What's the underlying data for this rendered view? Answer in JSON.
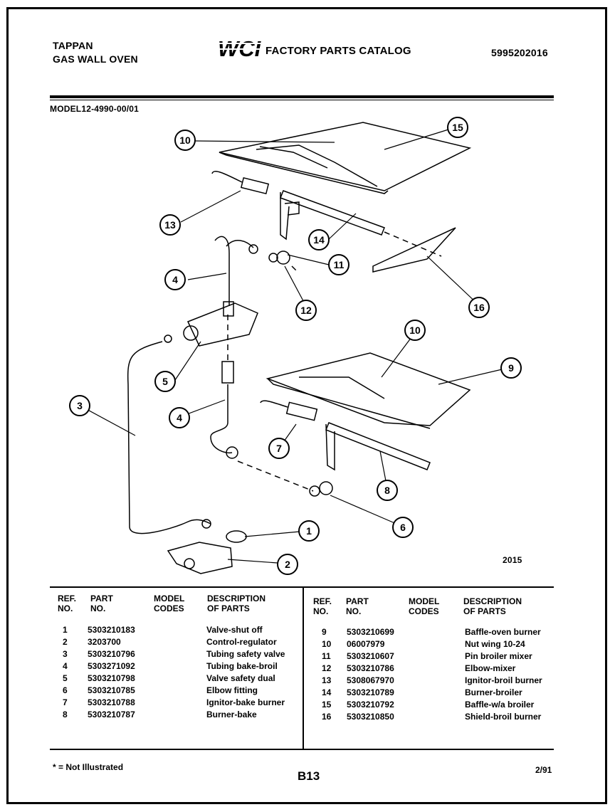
{
  "header": {
    "brand_line1": "TAPPAN",
    "brand_line2": "GAS WALL OVEN",
    "logo_text": "WCI",
    "catalog_title": "FACTORY PARTS CATALOG",
    "catalog_number": "5995202016",
    "model": "MODEL12-4990-00/01"
  },
  "diagram": {
    "figure_number": "2015",
    "callouts": [
      "10",
      "15",
      "13",
      "14",
      "11",
      "4",
      "12",
      "16",
      "5",
      "10",
      "9",
      "3",
      "4",
      "7",
      "8",
      "1",
      "6",
      "2"
    ]
  },
  "table": {
    "headers": {
      "ref_no": [
        "REF.",
        "NO."
      ],
      "part_no": [
        "PART",
        "NO."
      ],
      "model_codes": [
        "MODEL",
        "CODES"
      ],
      "description": [
        "DESCRIPTION",
        "OF PARTS"
      ]
    },
    "left_rows": [
      {
        "ref": "1",
        "part": "5303210183",
        "desc": "Valve-shut off"
      },
      {
        "ref": "2",
        "part": "3203700",
        "desc": "Control-regulator"
      },
      {
        "ref": "3",
        "part": "5303210796",
        "desc": "Tubing safety valve"
      },
      {
        "ref": "4",
        "part": "5303271092",
        "desc": "Tubing bake-broil"
      },
      {
        "ref": "5",
        "part": "5303210798",
        "desc": "Valve safety dual"
      },
      {
        "ref": "6",
        "part": "5303210785",
        "desc": "Elbow fitting"
      },
      {
        "ref": "7",
        "part": "5303210788",
        "desc": "Ignitor-bake burner"
      },
      {
        "ref": "8",
        "part": "5303210787",
        "desc": "Burner-bake"
      }
    ],
    "right_rows": [
      {
        "ref": "9",
        "part": "5303210699",
        "desc": "Baffle-oven burner"
      },
      {
        "ref": "10",
        "part": "06007979",
        "desc": "Nut wing 10-24"
      },
      {
        "ref": "11",
        "part": "5303210607",
        "desc": "Pin broiler mixer"
      },
      {
        "ref": "12",
        "part": "5303210786",
        "desc": "Elbow-mixer"
      },
      {
        "ref": "13",
        "part": "5308067970",
        "desc": "Ignitor-broil burner"
      },
      {
        "ref": "14",
        "part": "5303210789",
        "desc": "Burner-broiler"
      },
      {
        "ref": "15",
        "part": "5303210792",
        "desc": "Baffle-w/a broiler"
      },
      {
        "ref": "16",
        "part": "5303210850",
        "desc": "Shield-broil burner"
      }
    ]
  },
  "footer": {
    "note": "* = Not Illustrated",
    "page": "B13",
    "date": "2/91"
  }
}
